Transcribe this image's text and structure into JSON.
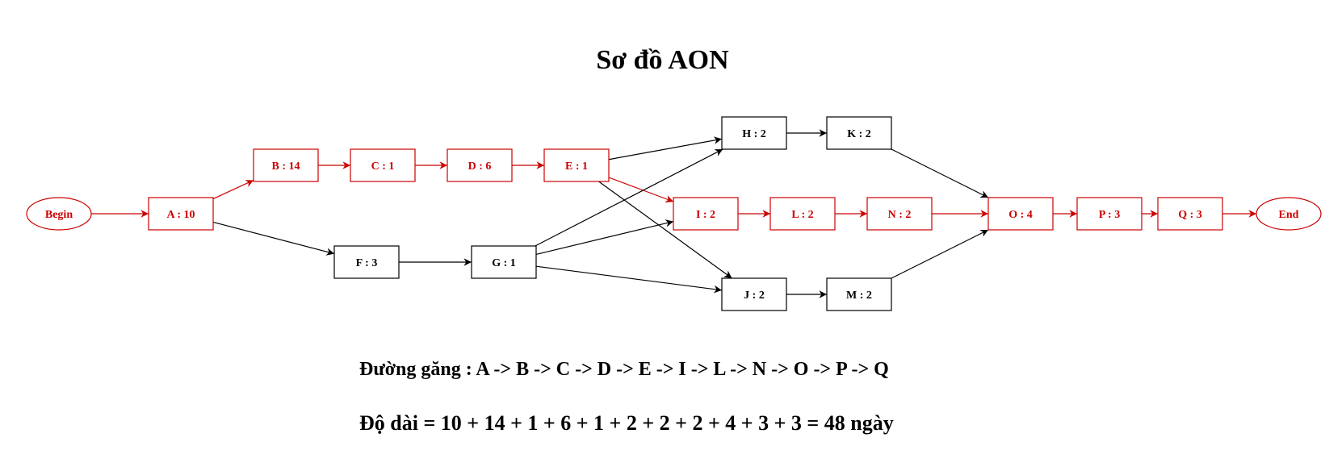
{
  "title": "Sơ đồ AON",
  "colors": {
    "critical": "#cc0000",
    "normal": "#000000",
    "background": "#ffffff"
  },
  "nodes": [
    {
      "id": "Begin",
      "label": "Begin",
      "shape": "ellipse",
      "critical": true
    },
    {
      "id": "A",
      "label": "A : 10",
      "shape": "box",
      "critical": true
    },
    {
      "id": "B",
      "label": "B : 14",
      "shape": "box",
      "critical": true
    },
    {
      "id": "C",
      "label": "C : 1",
      "shape": "box",
      "critical": true
    },
    {
      "id": "D",
      "label": "D : 6",
      "shape": "box",
      "critical": true
    },
    {
      "id": "E",
      "label": "E : 1",
      "shape": "box",
      "critical": true
    },
    {
      "id": "F",
      "label": "F : 3",
      "shape": "box",
      "critical": false
    },
    {
      "id": "G",
      "label": "G : 1",
      "shape": "box",
      "critical": false
    },
    {
      "id": "H",
      "label": "H : 2",
      "shape": "box",
      "critical": false
    },
    {
      "id": "K",
      "label": "K : 2",
      "shape": "box",
      "critical": false
    },
    {
      "id": "I",
      "label": "I : 2",
      "shape": "box",
      "critical": true
    },
    {
      "id": "L",
      "label": "L : 2",
      "shape": "box",
      "critical": true
    },
    {
      "id": "N",
      "label": "N : 2",
      "shape": "box",
      "critical": true
    },
    {
      "id": "J",
      "label": "J : 2",
      "shape": "box",
      "critical": false
    },
    {
      "id": "M",
      "label": "M : 2",
      "shape": "box",
      "critical": false
    },
    {
      "id": "O",
      "label": "O : 4",
      "shape": "box",
      "critical": true
    },
    {
      "id": "P",
      "label": "P : 3",
      "shape": "box",
      "critical": true
    },
    {
      "id": "Q",
      "label": "Q : 3",
      "shape": "box",
      "critical": true
    },
    {
      "id": "End",
      "label": "End",
      "shape": "ellipse",
      "critical": true
    }
  ],
  "edges": [
    {
      "from": "Begin",
      "to": "A",
      "critical": true
    },
    {
      "from": "A",
      "to": "B",
      "critical": true
    },
    {
      "from": "B",
      "to": "C",
      "critical": true
    },
    {
      "from": "C",
      "to": "D",
      "critical": true
    },
    {
      "from": "D",
      "to": "E",
      "critical": true
    },
    {
      "from": "E",
      "to": "I",
      "critical": true
    },
    {
      "from": "I",
      "to": "L",
      "critical": true
    },
    {
      "from": "L",
      "to": "N",
      "critical": true
    },
    {
      "from": "N",
      "to": "O",
      "critical": true
    },
    {
      "from": "O",
      "to": "P",
      "critical": true
    },
    {
      "from": "P",
      "to": "Q",
      "critical": true
    },
    {
      "from": "Q",
      "to": "End",
      "critical": true
    },
    {
      "from": "A",
      "to": "F",
      "critical": false
    },
    {
      "from": "F",
      "to": "G",
      "critical": false
    },
    {
      "from": "E",
      "to": "H",
      "critical": false
    },
    {
      "from": "E",
      "to": "J",
      "critical": false
    },
    {
      "from": "G",
      "to": "H",
      "critical": false
    },
    {
      "from": "G",
      "to": "I",
      "critical": false
    },
    {
      "from": "G",
      "to": "J",
      "critical": false
    },
    {
      "from": "H",
      "to": "K",
      "critical": false
    },
    {
      "from": "J",
      "to": "M",
      "critical": false
    },
    {
      "from": "K",
      "to": "O",
      "critical": false
    },
    {
      "from": "M",
      "to": "O",
      "critical": false
    }
  ],
  "critical_path_text": "Đường găng : A -> B -> C -> D -> E -> I -> L -> N -> O -> P -> Q",
  "duration_text": "Độ dài = 10 + 14 + 1 + 6 + 1 + 2 + 2 + 2 + 4 + 3 + 3 =  48 ngày"
}
